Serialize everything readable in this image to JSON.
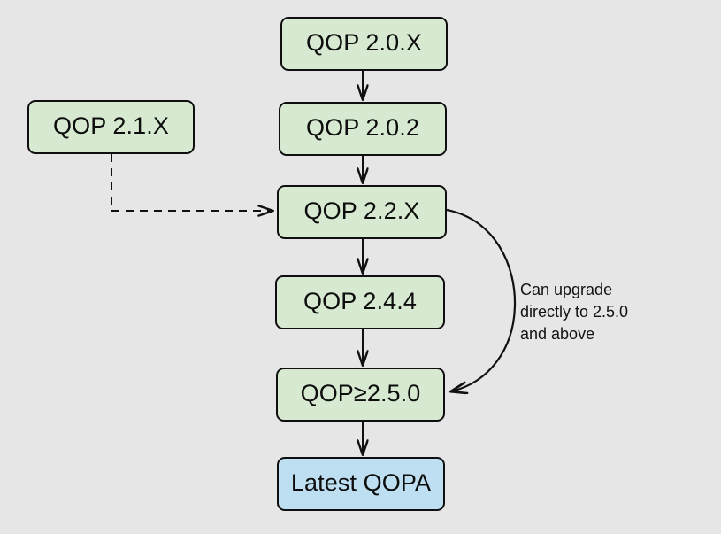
{
  "diagram": {
    "background_color": "#e6e6e6",
    "node_fill_green": "#d7ead1",
    "node_fill_blue": "#bedff1",
    "node_stroke_color": "#0f0f0f",
    "edge_color": "#111111",
    "nodes": [
      {
        "id": "qop-20x",
        "label": "QOP 2.0.X",
        "style": "green"
      },
      {
        "id": "qop-202",
        "label": "QOP 2.0.2",
        "style": "green"
      },
      {
        "id": "qop-21x",
        "label": "QOP 2.1.X",
        "style": "green"
      },
      {
        "id": "qop-22x",
        "label": "QOP 2.2.X",
        "style": "green"
      },
      {
        "id": "qop-244",
        "label": "QOP 2.4.4",
        "style": "green"
      },
      {
        "id": "qop-250",
        "label": "QOP≥2.5.0",
        "style": "green"
      },
      {
        "id": "latest-qopa",
        "label": "Latest QOPA",
        "style": "blue"
      }
    ],
    "edges": [
      {
        "from": "qop-20x",
        "to": "qop-202",
        "style": "solid"
      },
      {
        "from": "qop-202",
        "to": "qop-22x",
        "style": "solid"
      },
      {
        "from": "qop-21x",
        "to": "qop-22x",
        "style": "dashed"
      },
      {
        "from": "qop-22x",
        "to": "qop-244",
        "style": "solid"
      },
      {
        "from": "qop-244",
        "to": "qop-250",
        "style": "solid"
      },
      {
        "from": "qop-250",
        "to": "latest-qopa",
        "style": "solid"
      },
      {
        "from": "qop-22x",
        "to": "qop-250",
        "style": "curved",
        "label": "Can upgrade\ndirectly to 2.5.0\nand above"
      }
    ],
    "annotations": {
      "upgrade_note": "Can upgrade\ndirectly to 2.5.0\nand above"
    }
  }
}
